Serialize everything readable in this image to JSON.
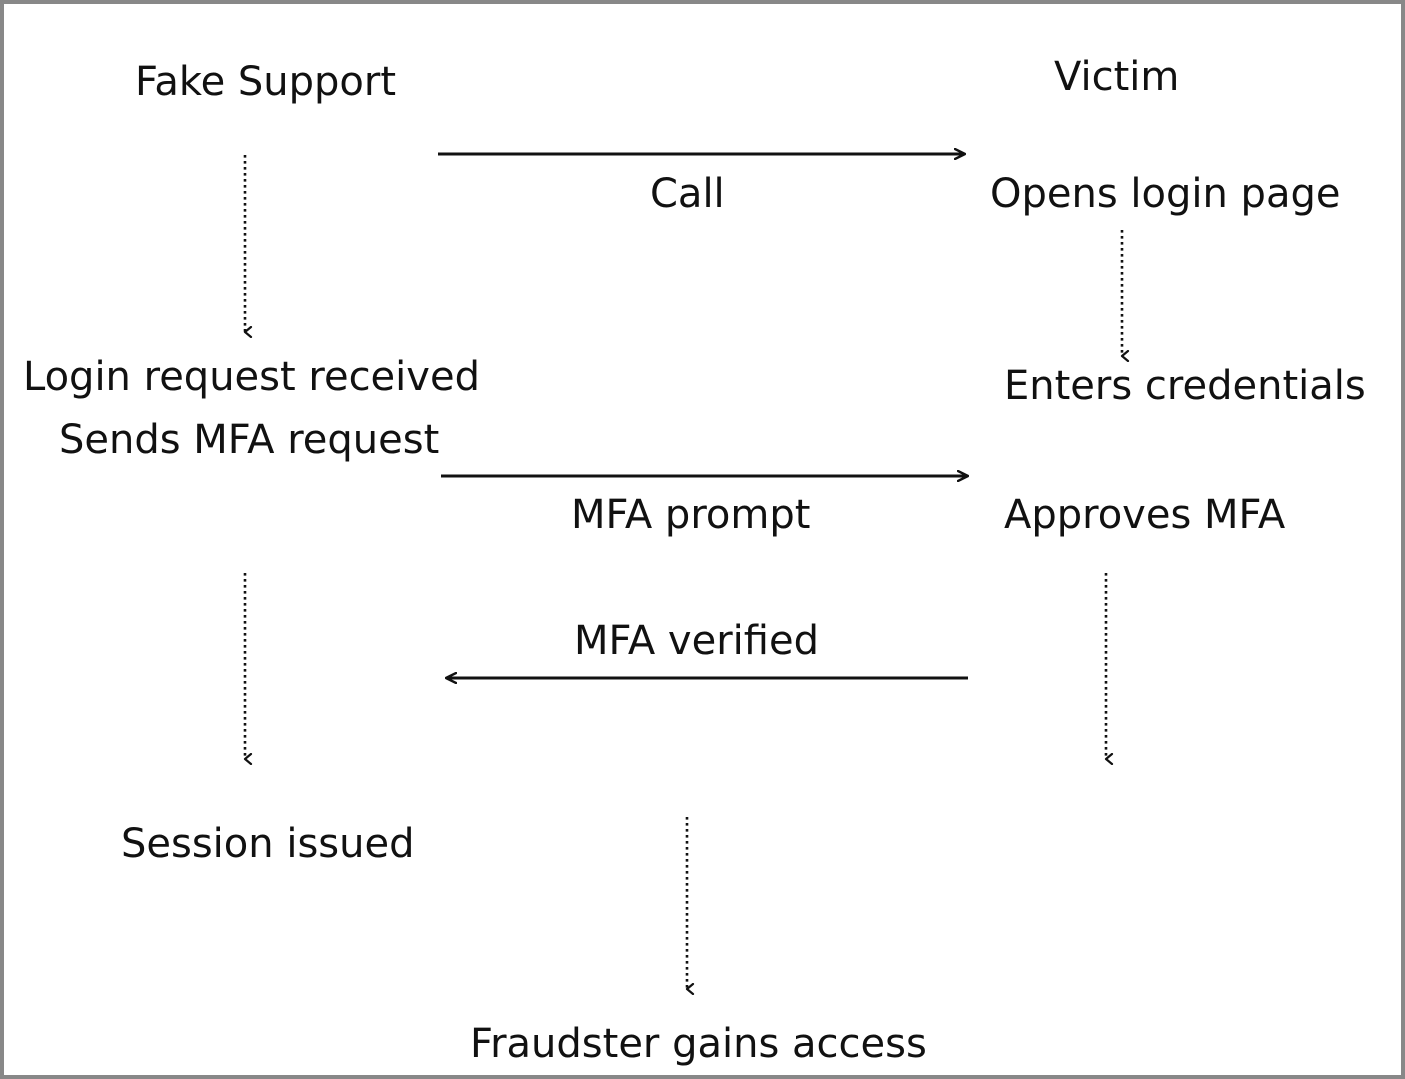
{
  "colors": {
    "frame": "#888888",
    "ink": "#111111",
    "background": "#ffffff"
  },
  "lanes": {
    "fake_support": "Fake Support",
    "victim": "Victim"
  },
  "steps": {
    "login_request_received": "Login request received",
    "sends_mfa_request": "Sends MFA request",
    "session_issued": "Session issued",
    "opens_login_page": "Opens login page",
    "enters_credentials": "Enters credentials",
    "approves_mfa": "Approves MFA",
    "fraudster_gains_access": "Fraudster gains access"
  },
  "messages": {
    "call": "Call",
    "mfa_prompt": "MFA prompt",
    "mfa_verified": "MFA verified"
  }
}
